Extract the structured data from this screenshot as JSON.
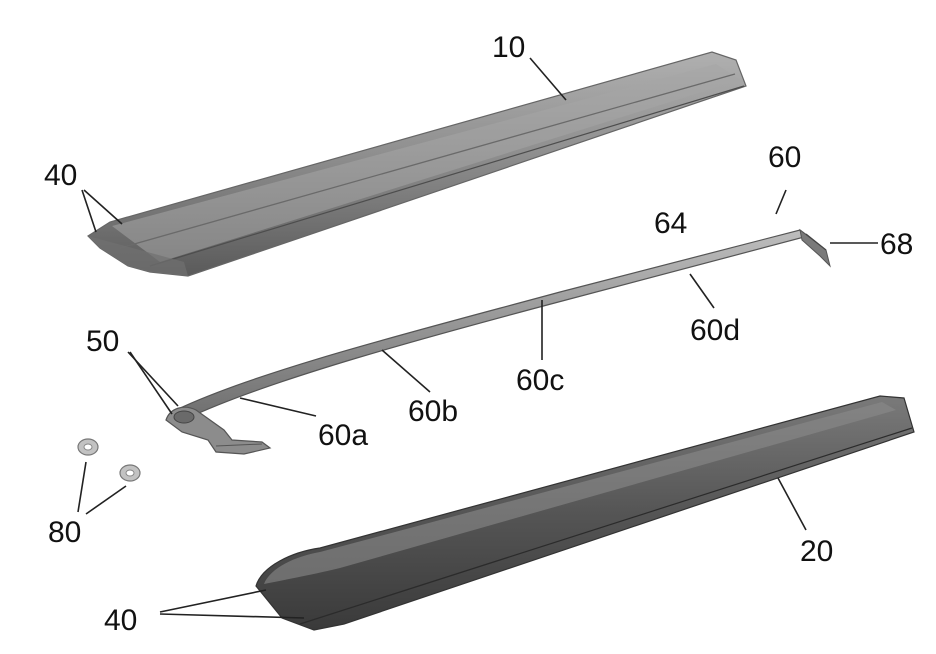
{
  "figure": {
    "labels": {
      "upper_blade": "10",
      "lower_blade": "20",
      "edge_upper": "40",
      "edge_lower": "40",
      "root_fitting": "50",
      "spar": "60",
      "spar_tip": "64",
      "spar_hook": "68",
      "seg_a": "60a",
      "seg_b": "60b",
      "seg_c": "60c",
      "seg_d": "60d",
      "washers": "80"
    },
    "colors": {
      "upper_blade_light": "#9a9a9a",
      "upper_blade_dark": "#555555",
      "lower_blade_light": "#6e6e6e",
      "lower_blade_dark": "#333333",
      "spar": "#8a8a8a",
      "washer": "#b5b5b5"
    }
  }
}
